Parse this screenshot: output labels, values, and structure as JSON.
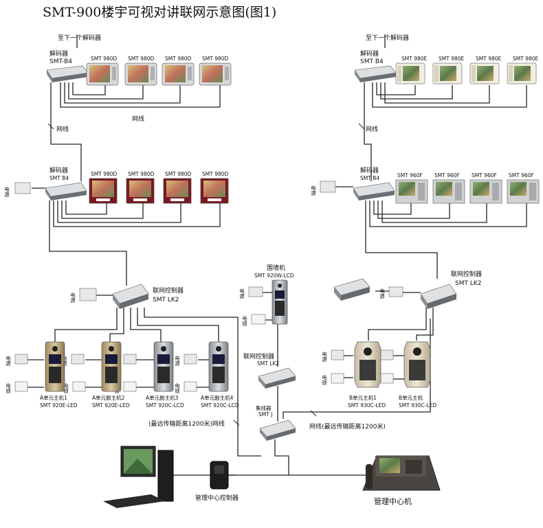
{
  "title": "SMT-900楼宇可视对讲联网示意图(图1)",
  "left_top": {
    "to_next": "至下一个解码器",
    "decoder_label": "解码器",
    "decoder_model": "SMT-B4",
    "monitor_model": "SMT 980D",
    "wire_label": "网线",
    "wire_label_vert": "网线"
  },
  "right_top": {
    "to_next": "至下一个解码器",
    "decoder_label": "解码器",
    "decoder_model": "SMT B4",
    "monitor_model": "SMT 980E",
    "wire_label_vert": "网线"
  },
  "left_mid": {
    "power": "电源",
    "decoder_label": "解码器",
    "decoder_model": "SMT B4",
    "monitor_model": "SMT 980D"
  },
  "right_mid": {
    "power": "电源",
    "decoder_label": "解码器",
    "decoder_model": "SMT B4",
    "monitor_model": "SMT 960F"
  },
  "left_ctrl": {
    "power": "电源",
    "label": "联网控制器",
    "model": "SMT LK2"
  },
  "right_ctrl": {
    "power": "电源",
    "label": "联网控制器",
    "model": "SMT LK2"
  },
  "wall": {
    "label": "围墙机",
    "model": "SMT 920W-LCD",
    "power": "电源",
    "lock": "电锁"
  },
  "mid_ctrl": {
    "label": "联网控制器",
    "model": "SMT LK2"
  },
  "concentrator": {
    "label": "集线器",
    "model": "SMT J"
  },
  "left_units": [
    {
      "name": "A单元主机1",
      "model": "SMT 920E-LED"
    },
    {
      "name": "A单元副主机2",
      "model": "SMT 920E-LED"
    },
    {
      "name": "A单元副主机3",
      "model": "SMT 920C-LCD"
    },
    {
      "name": "A单元副主机4",
      "model": "SMT 920C-LCD"
    }
  ],
  "right_units": [
    {
      "name": "B单元主机1",
      "model": "SMT 930C-LED"
    },
    {
      "name": "B单元主机",
      "model": "SMT 930C-LED"
    }
  ],
  "power": "电源",
  "lock": "电锁",
  "dist_left": "(最远传输距离1200米)网线",
  "dist_right": "网线(最远传输距离1200米)",
  "mgmt_ctrl": "管理中心控制器",
  "mgmt_center": "管理中心机"
}
